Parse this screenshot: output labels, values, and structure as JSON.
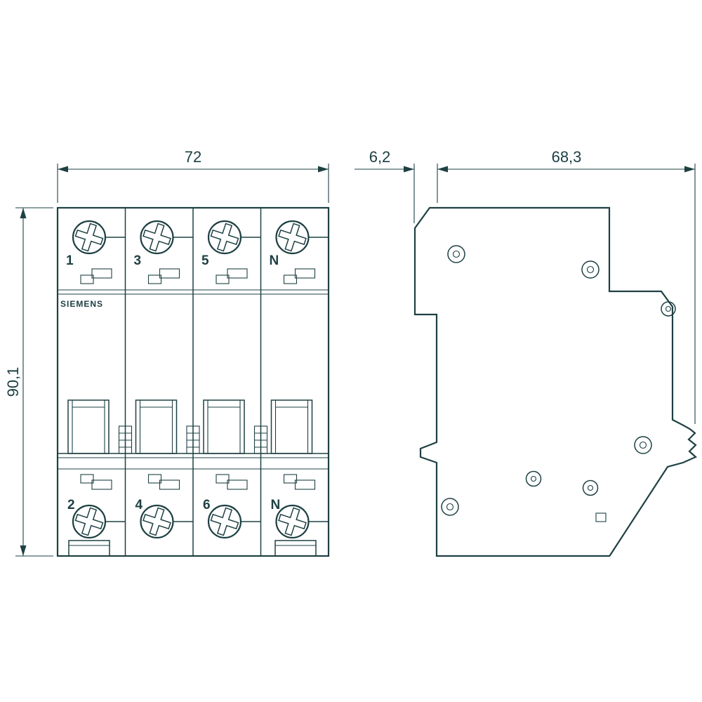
{
  "drawing": {
    "colors": {
      "line": "#1e4043",
      "background": "#ffffff"
    },
    "dimensions": {
      "front_width": "72",
      "front_height": "90,1",
      "side_front_depth": "6,2",
      "side_body_depth": "68,3"
    },
    "front_view": {
      "brand": "SIEMENS",
      "top_terminals": [
        "1",
        "3",
        "5",
        "N"
      ],
      "bottom_terminals": [
        "2",
        "4",
        "6",
        "N"
      ]
    }
  }
}
